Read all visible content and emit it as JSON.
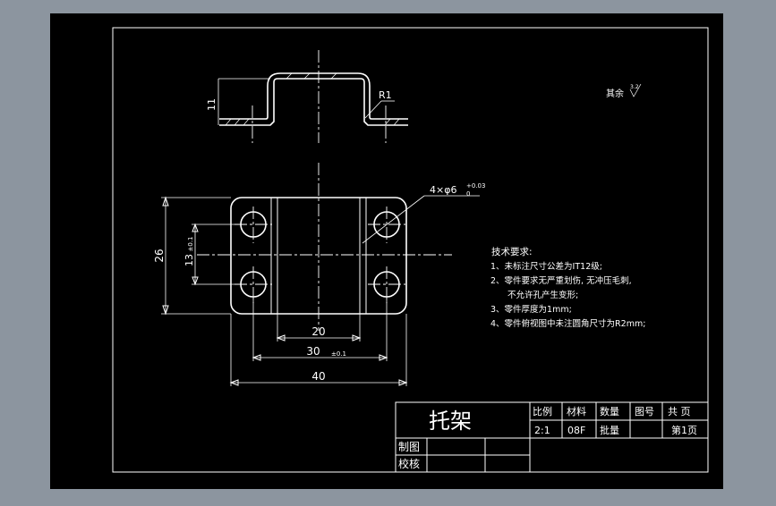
{
  "drawing": {
    "title": "托架",
    "surface_finish": {
      "label": "其余",
      "symbol": "3.2"
    },
    "top_view": {
      "height_dim": "11",
      "radius": "R1"
    },
    "front_view": {
      "hole_callout": {
        "prefix": "4×φ6",
        "tol_upper": "+0.03",
        "tol_lower": "0"
      },
      "dim_total_height": "26",
      "dim_hole_spacing_v": "13",
      "dim_hole_spacing_v_tol": "±0.1",
      "dim_inner_width": "20",
      "dim_hole_spacing_h": "30",
      "dim_hole_spacing_h_tol": "±0.1",
      "dim_total_width": "40"
    },
    "notes": {
      "heading": "技术要求:",
      "items": [
        "1、未标注尺寸公差为IT12级;",
        "2、零件要求无严重划伤, 无冲压毛刺,",
        "不允许孔产生变形;",
        "3、零件厚度为1mm;",
        "4、零件俯视图中未注圆角尺寸为R2mm;"
      ]
    },
    "title_block": {
      "scale_label": "比例",
      "scale_value": "2:1",
      "material_label": "材料",
      "material_value": "08F",
      "quantity_label": "数量",
      "batch_label": "批量",
      "drawing_no_label": "图号",
      "total_pages": "共  页",
      "page_no": "第1页",
      "drawn_label": "制图",
      "checked_label": "校核"
    }
  },
  "colors": {
    "frame_background": "#8c959f",
    "sheet": "#000000",
    "line": "#ffffff"
  }
}
